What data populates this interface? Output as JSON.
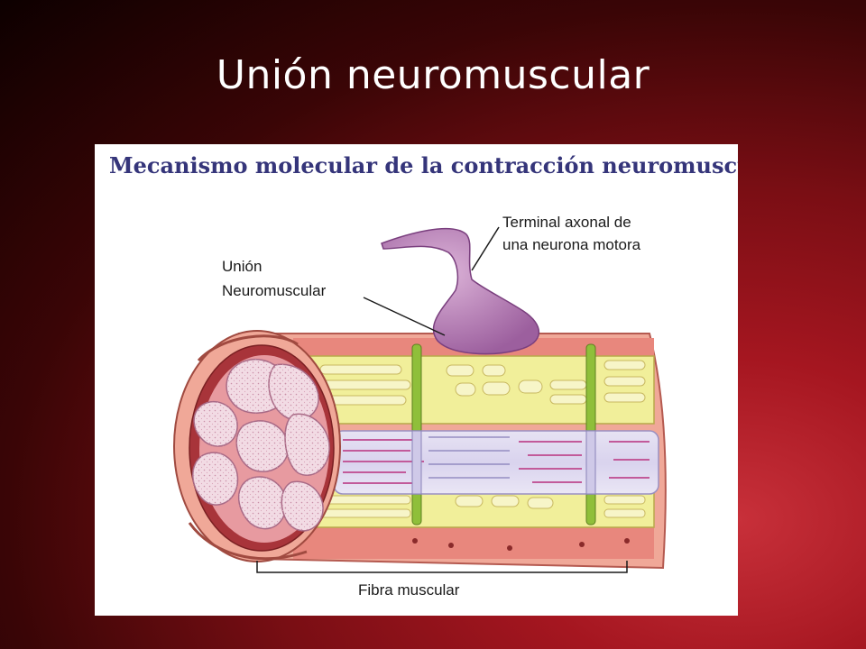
{
  "slide": {
    "title": "Unión neuromuscular"
  },
  "figure": {
    "title": "Mecanismo molecular de la contracción neuromuscular",
    "labels": {
      "axon_terminal_line1": "Terminal axonal de",
      "axon_terminal_line2": "una neurona motora",
      "junction_line1": "Unión",
      "junction_line2": "Neuromuscular",
      "muscle_fiber": "Fibra muscular"
    }
  },
  "colors": {
    "background_dark": "#0d0000",
    "background_red": "#a51620",
    "figure_title": "#35357a",
    "sarcolemma": "#e8877d",
    "myofibril": "#f1ef9a",
    "neuron": "#b07ab0",
    "t_tubule": "#8fbf3a"
  }
}
